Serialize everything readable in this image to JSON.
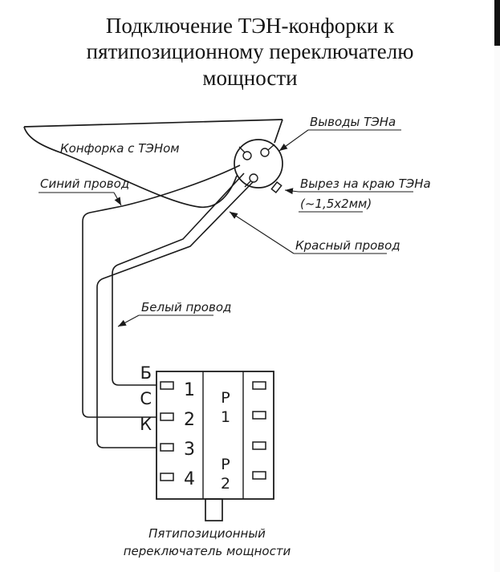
{
  "title": {
    "line1": "Подключение ТЭН-конфорки к",
    "line2": "пятипозиционному переключателю",
    "line3": "мощности"
  },
  "labels": {
    "burner": "Конфорка с ТЭНом",
    "ten_leads": "Выводы ТЭНа",
    "notch_line1": "Вырез на краю ТЭНа",
    "notch_line2": "(~1,5х2мм)",
    "blue_wire": "Синий провод",
    "red_wire": "Красный провод",
    "white_wire": "Белый провод"
  },
  "switch": {
    "row_labels": [
      "Б",
      "С",
      "К"
    ],
    "numbers": [
      "1",
      "2",
      "3",
      "4"
    ],
    "p_labels": [
      {
        "letter": "Р",
        "digit": "1"
      },
      {
        "letter": "Р",
        "digit": "2"
      }
    ],
    "caption_line1": "Пятипозиционный",
    "caption_line2": "переключатель мощности"
  },
  "colors": {
    "line": "#1b1b1b",
    "background": "#ffffff"
  }
}
